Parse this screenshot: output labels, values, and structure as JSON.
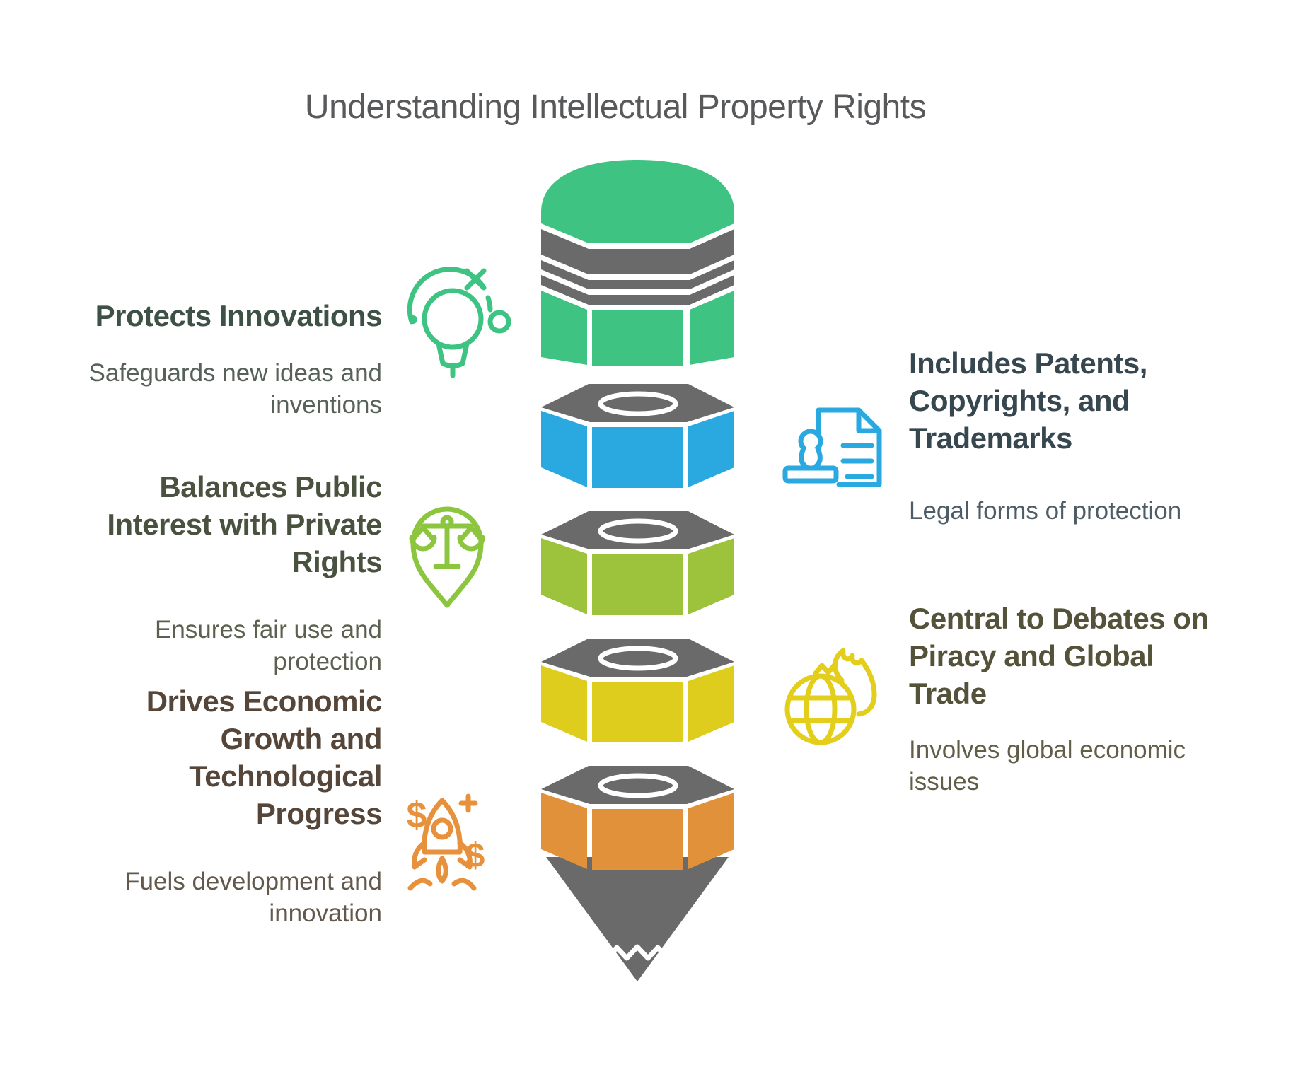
{
  "title": "Understanding Intellectual Property Rights",
  "colors": {
    "title_text": "#58595B",
    "pencil_gray": "#6A6A6A",
    "eraser_green": "#3FC383",
    "segment_blue": "#2AA9E0",
    "segment_lime": "#9DC33C",
    "segment_yellow": "#DFCD1D",
    "segment_orange": "#E2913B",
    "icon_green": "#3EC482",
    "icon_lime": "#8CC63F",
    "icon_orange": "#E8913C",
    "icon_blue": "#29A9E0",
    "icon_yellow": "#E3CF1B"
  },
  "left_items": [
    {
      "heading": "Protects Innovations",
      "sub": "Safeguards new ideas and\ninventions",
      "heading_color": "#3D5147",
      "sub_color": "#56615A",
      "icon": "lightbulb-idea"
    },
    {
      "heading": "Balances Public\nInterest with Private\nRights",
      "sub": "Ensures fair use and\nprotection",
      "heading_color": "#49523F",
      "sub_color": "#5B604F",
      "icon": "scales-location-pin"
    },
    {
      "heading": "Drives Economic\nGrowth and\nTechnological\nProgress",
      "sub": "Fuels development and\ninnovation",
      "heading_color": "#554639",
      "sub_color": "#62584C",
      "icon": "rocket-dollars"
    }
  ],
  "right_items": [
    {
      "heading": "Includes Patents,\nCopyrights, and\nTrademarks",
      "sub": "Legal forms of protection",
      "heading_color": "#37474F",
      "sub_color": "#4E5D65",
      "icon": "document-stamp"
    },
    {
      "heading": "Central to Debates on\nPiracy and Global\nTrade",
      "sub": "Involves global economic\nissues",
      "heading_color": "#55523A",
      "sub_color": "#615E47",
      "icon": "globe-flame"
    }
  ],
  "rocket_symbols": {
    "dollar": "$",
    "plus": "+"
  }
}
